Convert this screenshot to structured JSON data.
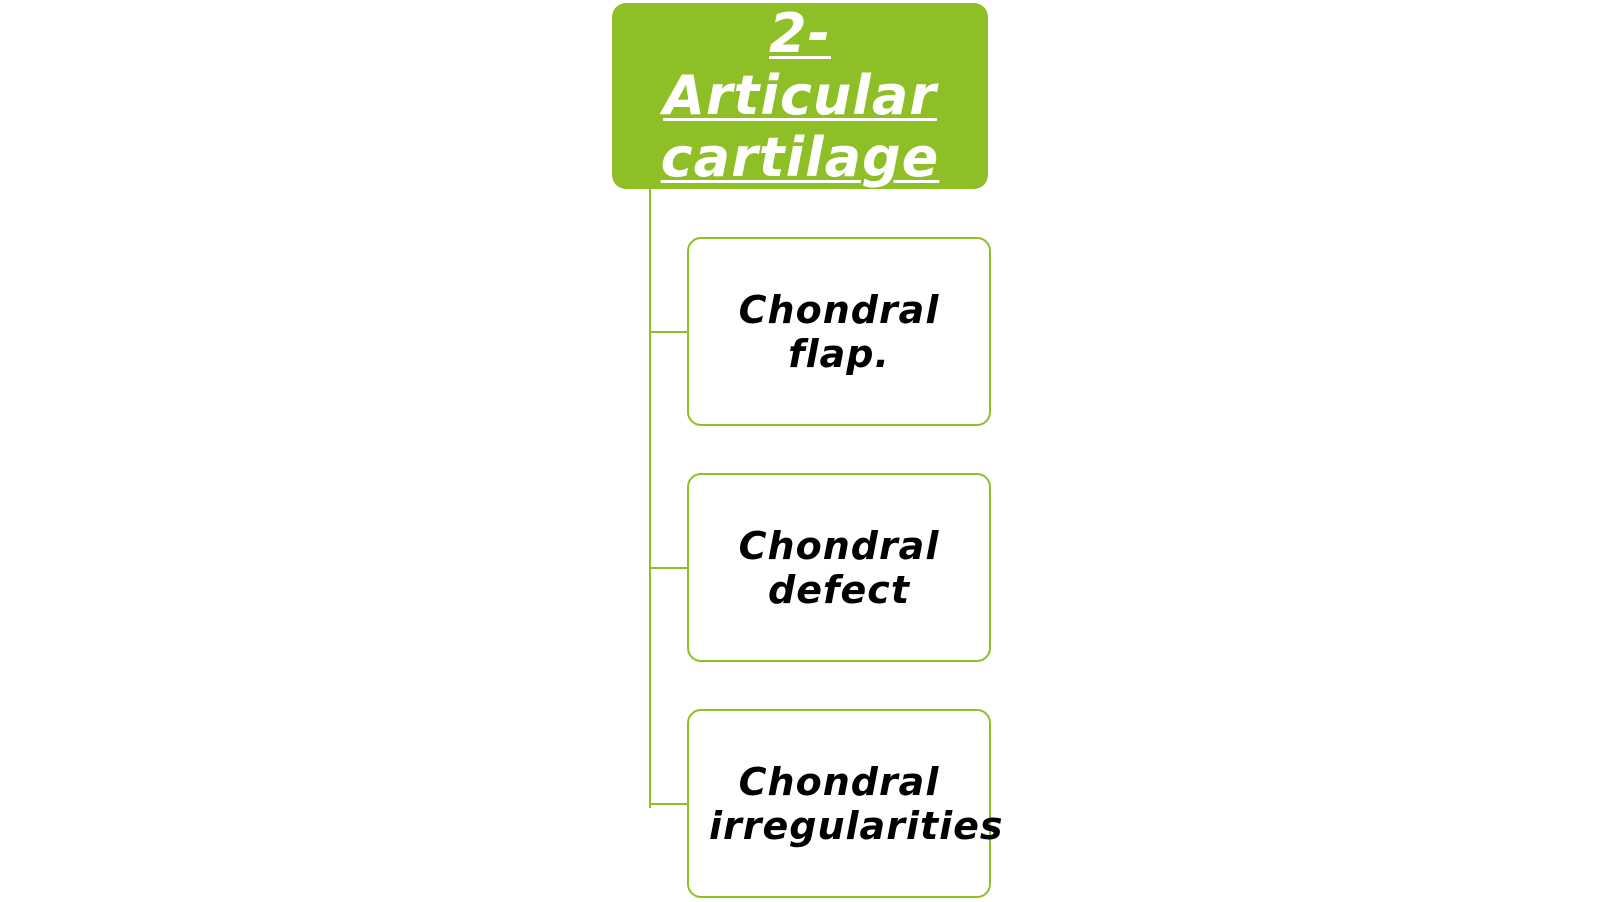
{
  "root": {
    "title": "2- Articular cartilage",
    "color": "#8fbf26"
  },
  "children": [
    {
      "label": "Chondral flap."
    },
    {
      "label": "Chondral defect"
    },
    {
      "label": "Chondral irregularities"
    }
  ],
  "colors": {
    "accent": "#8fbf26",
    "background": "#ffffff",
    "child_text": "#000000",
    "root_text": "#ffffff"
  }
}
